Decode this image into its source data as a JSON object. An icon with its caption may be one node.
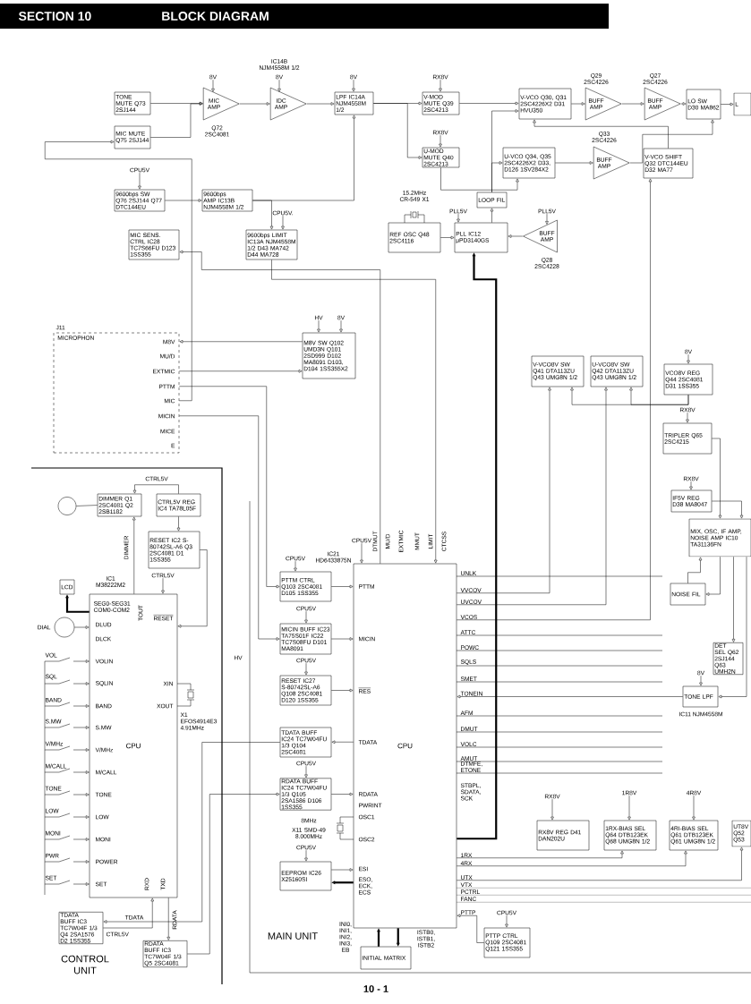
{
  "diagram": {
    "title": "BLOCK DIAGRAM",
    "nodes": [
      {
        "text": [
          "TONE MUTE Q73 2SJ144"
        ]
      },
      {
        "text": [
          "MIC MUTE Q75 2SJ144"
        ]
      },
      {
        "text": [
          "MIC AMP"
        ],
        "beside": [
          "Q72 2SC4081"
        ]
      },
      {
        "text": [
          "IDC AMP"
        ]
      },
      {
        "text": [
          "LPF IC14A NJM4558M 1/2"
        ]
      },
      {
        "text": [
          "V-MOD MUTE Q39 2SC4213"
        ]
      },
      {
        "text": [
          "U-MOD MUTE Q40 2SC4213"
        ]
      },
      {
        "text": [
          "V-VCO Q30, Q31 2SC4226X2 D31 HVU350"
        ]
      },
      {
        "text": [
          "BUFF AMP"
        ],
        "beside": [
          "Q29 2SC4226"
        ]
      },
      {
        "text": [
          "BUFF AMP"
        ],
        "beside": [
          "Q27 2SC4226"
        ]
      },
      {
        "text": [
          "LO SW D30 MA862"
        ]
      },
      {
        "text": [
          "L"
        ]
      },
      {
        "text": [
          "U-VCO Q34, Q35 2SC4226X2 D33, D126 1SV284X2"
        ]
      },
      {
        "text": [
          "BUFF AMP"
        ],
        "beside": [
          "Q33 2SC4226"
        ]
      },
      {
        "text": [
          "V-VCO SHIFT Q32 DTC144EU D32 MA77"
        ]
      },
      {
        "text": [
          "LOOP FIL"
        ]
      },
      {
        "text": [
          "REF OSC Q48 2SC4116"
        ]
      },
      {
        "text": [
          "PLL IC12 μPD3140GS"
        ]
      },
      {
        "text": [
          "BUFF AMP"
        ],
        "beside": [
          "Q28 2SC4228"
        ]
      },
      {
        "text": [
          "9600bps SW Q76 2SJ144 Q77 DTC144EU"
        ]
      },
      {
        "text": [
          "9600bps AMP IC13B NJM4558M 1/2"
        ]
      },
      {
        "text": [
          "9600bps LIMIT IC13A NJM4558M 1/2 D43 MA742 D44 MA728"
        ]
      },
      {
        "text": [
          "MIC SENS. CTRL IC28 TC7S66FU D123 1SS355"
        ]
      },
      {
        "text": [
          "MICROPHON"
        ],
        "beside": [
          "J11"
        ]
      },
      {
        "text": [
          "M8V SW Q102 UMD3N Q101 2SD999 D102 MA8091 D103, D104 1SS355X2"
        ]
      },
      {
        "text": [
          "V-VCO8V SW Q41 DTA113ZU Q43 UMG8N 1/2"
        ]
      },
      {
        "text": [
          "U-VCO8V SW Q42 DTA113ZU Q43 UMG8N 1/2"
        ]
      },
      {
        "text": [
          "VCO8V REG Q44 2SC4081 D31 1SS355"
        ]
      },
      {
        "text": [
          "TRIPLER Q65 2SC4215"
        ]
      },
      {
        "text": [
          "IF5V REG D38 MA8047"
        ]
      },
      {
        "text": [
          "MIX, OSC, IF AMP, NOISE AMP IC10 TA31136FN"
        ]
      },
      {
        "text": [
          "NOISE FIL"
        ]
      },
      {
        "text": [
          "DET SEL Q62 2SJ144 Q63 UMH2N"
        ]
      },
      {
        "text": [
          "TONE LPF"
        ],
        "beside": [
          "IC11 NJM4558M"
        ]
      },
      {
        "text": [
          "DIMMER Q1 2SC4081 Q2 2SB1182"
        ]
      },
      {
        "text": [],
        "shape": "circle"
      },
      {
        "text": [
          "CTRL5V REG IC4 TA78L05F"
        ]
      },
      {
        "text": [
          "RESET IC2 S-80742SL-A6 Q3 2SC4081 D1 1SS355"
        ]
      },
      {
        "text": [
          "LCD"
        ]
      },
      {
        "text": [],
        "shape": "circle",
        "beside": [
          "DIAL"
        ]
      },
      {
        "text": [
          "CPU"
        ],
        "beside": [
          "IC1 M38222M2"
        ]
      },
      {
        "text": [
          "TDATA BUFF IC3 TC7W04F 1/3 Q4 2SA1576 D2 1SS355"
        ]
      },
      {
        "text": [
          "RDATA BUFF IC3 TC7W04F 1/3 Q5 2SC4081"
        ]
      },
      {
        "text": [
          "CPU"
        ],
        "beside": [
          "IC21 HD6433875N"
        ]
      },
      {
        "text": [
          "PTTM CTRL Q103 2SC4081 D105 1SS355"
        ]
      },
      {
        "text": [
          "MICIN BUFF IC23 TA75S01F IC22 TC7S08FU D101 MA8091"
        ]
      },
      {
        "text": [
          "RESET IC27 S-80742SL-A6 Q108 2SC4081 D120 1SS355"
        ]
      },
      {
        "text": [
          "TDATA BUFF IC24 TC7W04FU 1/3 Q104 2SC4081"
        ]
      },
      {
        "text": [
          "RDATA BUFF IC24 TC7W04FU 1/3 Q105 2SA1586 D106 1SS355"
        ]
      },
      {
        "text": [
          "EEPROM IC26 X25160SI"
        ]
      },
      {
        "text": [
          "INITIAL MATRIX"
        ]
      },
      {
        "text": [
          "PTTP CTRL Q109 2SC4081 Q121 1SS355"
        ]
      },
      {
        "text": [
          "RX8V REG D41 DAN202U"
        ]
      },
      {
        "text": [
          "1RX-BIAS SEL Q64 DTB123EK Q68 UMG8N 1/2"
        ]
      },
      {
        "text": [
          "4RI-BIAS SEL Q61 DTB123EK Q61 UMG8N 1/2"
        ]
      },
      {
        "text": [
          "UT8V Q52 Q53"
        ]
      },
      {
        "text": [
          "8V"
        ]
      },
      {
        "text": [
          "8V"
        ]
      },
      {
        "text": [
          "8V"
        ]
      },
      {
        "text": [
          "RX8V"
        ]
      },
      {
        "text": [
          "RX8V"
        ]
      },
      {
        "text": [
          "CPU5V"
        ]
      },
      {
        "text": [
          "CPU5V."
        ]
      },
      {
        "text": [
          "PLL5V"
        ]
      },
      {
        "text": [
          "PLL5V"
        ]
      },
      {
        "text": [
          "HV"
        ]
      },
      {
        "text": [
          "8V"
        ]
      },
      {
        "text": [
          "8V"
        ]
      },
      {
        "text": [
          "RX8V"
        ]
      },
      {
        "text": [
          "RX8V"
        ]
      },
      {
        "text": [
          "CTRL5V"
        ]
      },
      {
        "text": [
          "CPU5V"
        ]
      },
      {
        "text": [
          "CPU5V"
        ]
      },
      {
        "text": [
          "CPU5V"
        ]
      },
      {
        "text": [
          "CPU5V"
        ]
      },
      {
        "text": [
          "CPU5V"
        ]
      },
      {
        "text": [
          "CPU5V"
        ]
      },
      {
        "text": [
          "CPU5V"
        ]
      },
      {
        "text": [
          "RX8V"
        ]
      },
      {
        "text": [
          "1R8V"
        ]
      },
      {
        "text": [
          "4R8V"
        ]
      },
      {
        "text": [
          "8V"
        ]
      }
    ],
    "edges": [
      {
        "from": 0,
        "to": 2,
        "arrow": "to"
      },
      {
        "from": 1,
        "to": 2,
        "arrow": "to"
      },
      {
        "from": 2,
        "to": 3,
        "arrow": "to"
      },
      {
        "from": 3,
        "to": 4,
        "arrow": "to"
      },
      {
        "from": 4,
        "to": 5,
        "arrow": "to"
      },
      {
        "from": 4,
        "to": 6,
        "arrow": "to"
      },
      {
        "from": 5,
        "to": 7,
        "arrow": "to"
      },
      {
        "from": 7,
        "to": 8,
        "arrow": "to"
      },
      {
        "from": 8,
        "to": 9,
        "arrow": "to"
      },
      {
        "from": 9,
        "to": 10,
        "arrow": "to"
      },
      {
        "from": 10,
        "to": 11,
        "arrow": "to"
      },
      {
        "from": 6,
        "to": 12,
        "arrow": "to"
      },
      {
        "from": 12,
        "to": 13,
        "arrow": "to"
      },
      {
        "from": 13,
        "to": 10,
        "arrow": "to"
      },
      {
        "from": 14,
        "to": 7,
        "arrow": "to"
      },
      {
        "from": 15,
        "to": 7,
        "arrow": "to"
      },
      {
        "from": 15,
        "to": 12,
        "arrow": "to"
      },
      {
        "from": 16,
        "to": 17,
        "arrow": "to"
      },
      {
        "from": 17,
        "to": 15,
        "arrow": "to"
      },
      {
        "from": 18,
        "to": 17,
        "arrow": "to"
      },
      {
        "from": 19,
        "to": 20,
        "arrow": "to"
      },
      {
        "from": 20,
        "to": 21,
        "arrow": "to"
      },
      {
        "from": 20,
        "to": 4,
        "arrow": "to"
      },
      {
        "from": 21,
        "to": 43,
        "arrow": "to"
      },
      {
        "from": 43,
        "to": 22,
        "arrow": "to"
      },
      {
        "from": 23,
        "to": 1,
        "arrow": "to"
      },
      {
        "from": 23,
        "to": 44,
        "arrow": "to"
      },
      {
        "from": 23,
        "to": 45,
        "arrow": "to"
      },
      {
        "from": 23,
        "to": 24,
        "arrow": "to"
      },
      {
        "from": 24,
        "to": 23,
        "arrow": "to"
      },
      {
        "from": 36,
        "to": 34,
        "arrow": "to"
      },
      {
        "from": 36,
        "to": 37,
        "arrow": "to"
      },
      {
        "from": 37,
        "to": 40,
        "arrow": "to"
      },
      {
        "from": 40,
        "to": 34,
        "arrow": "to"
      },
      {
        "from": 34,
        "to": 35,
        "arrow": "none"
      },
      {
        "from": 40,
        "to": 38,
        "arrow": "to",
        "style": "thick"
      },
      {
        "from": 39,
        "to": 40,
        "arrow": "to"
      },
      {
        "from": 40,
        "to": 42,
        "arrow": "to"
      },
      {
        "from": 41,
        "to": 40,
        "arrow": "to"
      },
      {
        "from": 43,
        "to": 47,
        "arrow": "to"
      },
      {
        "from": 47,
        "to": 41,
        "arrow": "to"
      },
      {
        "from": 42,
        "to": 48,
        "arrow": "to"
      },
      {
        "from": 48,
        "to": 43,
        "arrow": "to"
      },
      {
        "from": 44,
        "to": 43,
        "arrow": "to"
      },
      {
        "from": 45,
        "to": 43,
        "arrow": "to"
      },
      {
        "from": 46,
        "to": 43,
        "arrow": "to"
      },
      {
        "from": 49,
        "to": 43,
        "arrow": "to"
      },
      {
        "from": 43,
        "to": 49,
        "arrow": "to",
        "style": "thick"
      },
      {
        "from": 50,
        "to": 43,
        "arrow": "to",
        "style": "thick"
      },
      {
        "from": 43,
        "to": 50,
        "arrow": "to",
        "style": "thick"
      },
      {
        "from": 51,
        "to": 43,
        "arrow": "to"
      },
      {
        "from": 43,
        "to": 17,
        "arrow": "to",
        "style": "thick"
      },
      {
        "from": 43,
        "to": 25,
        "arrow": "to"
      },
      {
        "from": 43,
        "to": 26,
        "arrow": "to"
      },
      {
        "from": 43,
        "to": 14,
        "arrow": "to"
      },
      {
        "from": 27,
        "to": 25,
        "arrow": "to"
      },
      {
        "from": 27,
        "to": 26,
        "arrow": "to"
      },
      {
        "from": 28,
        "to": 30,
        "arrow": "to"
      },
      {
        "from": 29,
        "to": 30,
        "arrow": "to"
      },
      {
        "from": 30,
        "to": 31,
        "arrow": "to"
      },
      {
        "from": 31,
        "to": 30,
        "arrow": "to"
      },
      {
        "from": 30,
        "to": 32,
        "arrow": "to"
      },
      {
        "from": 30,
        "to": 33,
        "arrow": "to"
      },
      {
        "from": 33,
        "to": 43,
        "arrow": "to"
      },
      {
        "from": 43,
        "to": 53,
        "arrow": "to"
      },
      {
        "from": 43,
        "to": 54,
        "arrow": "to"
      },
      {
        "from": 43,
        "to": 55,
        "arrow": "to"
      },
      {
        "from": 56,
        "to": 2,
        "arrow": "to"
      },
      {
        "from": 57,
        "to": 3,
        "arrow": "to"
      },
      {
        "from": 58,
        "to": 4,
        "arrow": "to"
      },
      {
        "from": 59,
        "to": 5,
        "arrow": "to"
      },
      {
        "from": 60,
        "to": 6,
        "arrow": "to"
      },
      {
        "from": 61,
        "to": 19,
        "arrow": "to"
      },
      {
        "from": 62,
        "to": 21,
        "arrow": "to"
      },
      {
        "from": 63,
        "to": 17,
        "arrow": "to"
      },
      {
        "from": 64,
        "to": 18,
        "arrow": "to"
      },
      {
        "from": 65,
        "to": 24,
        "arrow": "to"
      },
      {
        "from": 66,
        "to": 24,
        "arrow": "to"
      },
      {
        "from": 67,
        "to": 27,
        "arrow": "to"
      },
      {
        "from": 68,
        "to": 28,
        "arrow": "to"
      },
      {
        "from": 69,
        "to": 29,
        "arrow": "to"
      },
      {
        "from": 70,
        "to": 40,
        "arrow": "to"
      },
      {
        "from": 71,
        "to": 44,
        "arrow": "to"
      },
      {
        "from": 72,
        "to": 43,
        "arrow": "to"
      },
      {
        "from": 73,
        "to": 45,
        "arrow": "to"
      },
      {
        "from": 74,
        "to": 46,
        "arrow": "to"
      },
      {
        "from": 75,
        "to": 48,
        "arrow": "to"
      },
      {
        "from": 76,
        "to": 49,
        "arrow": "to"
      },
      {
        "from": 77,
        "to": 51,
        "arrow": "to"
      },
      {
        "from": 78,
        "to": 52,
        "arrow": "to"
      },
      {
        "from": 79,
        "to": 53,
        "arrow": "to"
      },
      {
        "from": 80,
        "to": 54,
        "arrow": "to"
      },
      {
        "from": 81,
        "to": 33,
        "arrow": "to"
      }
    ],
    "labels": [
      "SECTION 10",
      "IC14B NJM4558M 1/2",
      "15.2MHz CR-549 X1",
      "M8V",
      "MU/D",
      "EXTMIC",
      "PTTM",
      "MIC",
      "MICIN",
      "MICE",
      "E",
      "CTRL5V",
      "DIMMER",
      "DTMUT",
      "MU/D",
      "EXTMIC",
      "MMUT",
      "LIMIT",
      "CTCSS",
      "UNLK",
      "PTTM",
      "VVCOV",
      "SEG0-SEG31 COM0-COM2",
      "TOUT",
      "UVCOV",
      "RESET",
      "VCOS",
      "DLUD",
      "ATTC",
      "DLCK",
      "MICIN",
      "POWC",
      "VOL",
      "HV",
      "VOLIN",
      "SQLS",
      "SQL",
      "SMET",
      "SQLIN",
      "XIN",
      "RES",
      "TONEIN",
      "BAND",
      "BAND",
      "XOUT",
      "AFM",
      "X1 EFOS4914E3 4.91MHz",
      "S.MW",
      "S.MW",
      "DMUT",
      "TDATA",
      "V/MHz",
      "VOLC",
      "V/MHz",
      "AMUT",
      "M/CALL",
      "DTMFE, ETONE",
      "M/CALL",
      "TONE",
      "STBPL, SDATA, SCK",
      "RDATA",
      "TONE",
      "PWRINT",
      "LOW",
      "OSC1",
      "LOW",
      "8MHz",
      "X11 SMD-49 8.000MHz",
      "MONI",
      "OSC2",
      "MONI",
      "1RX",
      "PWR",
      "4RX",
      "POWER",
      "ESI",
      "UTX",
      "SET",
      "SET",
      "RXD",
      "TXD",
      "ESO, ECK, ECS",
      "VTX",
      "PCTRL",
      "FANC",
      "PTTP",
      "TDATA",
      "RDATA",
      "CTRL5V",
      "MAIN UNIT",
      "INI0, INI1, INI2, INI3, EB",
      "ISTB0, ISTB1, ISTB2",
      "CONTROL UNIT",
      "10 - 1"
    ]
  }
}
